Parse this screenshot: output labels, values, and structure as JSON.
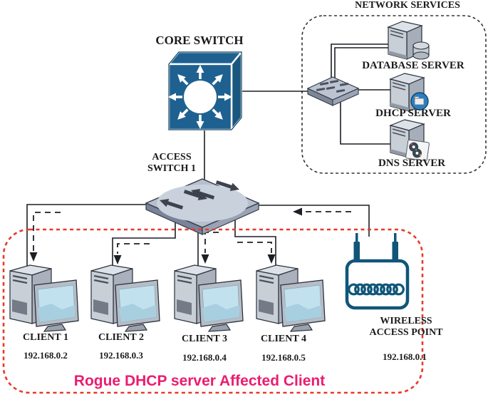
{
  "diagram": {
    "core_switch": {
      "label": "CORE SWITCH"
    },
    "access_switch": {
      "line1": "ACCESS",
      "line2": "SWITCH 1"
    },
    "network_services": {
      "title": "NETWORK SERVICES",
      "database_server": {
        "label": "DATABASE SERVER"
      },
      "dhcp_server": {
        "label": "DHCP SERVER"
      },
      "dns_server": {
        "label": "DNS SERVER"
      }
    },
    "clients": [
      {
        "label": "CLIENT 1",
        "ip": "192.168.0.2"
      },
      {
        "label": "CLIENT 2",
        "ip": "192.168.0.3"
      },
      {
        "label": "CLIENT 3",
        "ip": "192.168.0.4"
      },
      {
        "label": "CLIENT 4",
        "ip": "192.168.0.5"
      }
    ],
    "wap": {
      "line1": "WIRELESS",
      "line2": "ACCESS POINT",
      "ip": "192.168.0.1"
    },
    "caption": "Rogue DHCP server Affected Client",
    "icons": [
      "core-switch-icon",
      "workgroup-switch-icon",
      "server-icon",
      "database-cylinder-icon",
      "dhcp-globe-icon",
      "cd-disc-icon",
      "client-computer-icon",
      "wireless-access-point-icon"
    ],
    "colors": {
      "switch_blue": "#1e6190",
      "wap_teal": "#0f567a",
      "caption_pink": "#ec1c70",
      "rogue_box_red": "#e8392b",
      "line_black": "#1c1f24"
    }
  }
}
